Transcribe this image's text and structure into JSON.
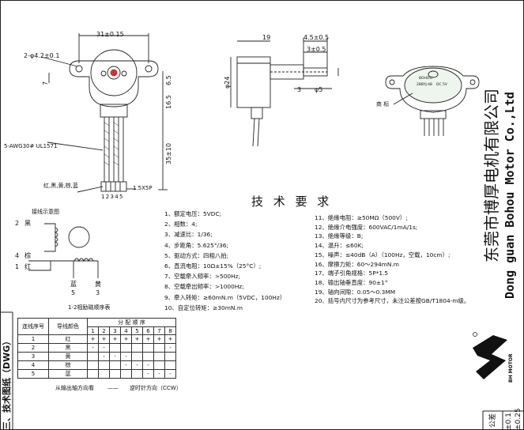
{
  "section_label": "三、技术图纸（DWG）",
  "company": {
    "cn": "东莞市博厚电机有限公司",
    "en": "Dong guan Bohou Motor Co.,Ltd"
  },
  "logo_text": "BH MOTOR",
  "dimensions": {
    "width_31": "31±0.15",
    "holes": "2-φ4.2±0.1",
    "d7": "7",
    "d65": "6.5",
    "d165": "16.5",
    "d35": "35±10",
    "shaft_19": "19",
    "shaft_45": "4.5±0.5",
    "shaft_3": "3±0.5",
    "dia_24": "φ24",
    "d3": "3",
    "dia_5": "φ5",
    "wire_spec": "5-AWG30# UL1571",
    "wire_colors": "红,黑,黄,棕,蓝",
    "pitch": "1.5X5P",
    "pins": "12345",
    "label_mark": "商 标"
  },
  "motor_label": {
    "model": "28BYJ-48",
    "voltage": "DC 5V",
    "brand": "BOHOU"
  },
  "spec_title": "技 术 要 求",
  "specs_left": [
    "1、额定电压：5VDC;",
    "2、相数：4;",
    "3、减速比：1/36;",
    "4、步距角：5.625°/36;",
    "5、驱动方式：四相八拍;",
    "6、直流电阻：10Ω±15%（25°C）;",
    "7、空载牵入频率：>500Hz;",
    "8、空载牵出频率：>1000Hz;",
    "9、牵入转矩：≥60mN.m（5VDC，100Hz）",
    "10、自定位转矩：≥30mN.m"
  ],
  "specs_right": [
    "11、绝缘电阻：≥50MΩ（500V）;",
    "12、绝缘介电强度：600VAC/1mA/1s;",
    "13、绝缘等级：B;",
    "14、温升：≤60K;",
    "15、噪声：≤40dB（A）（100Hz，空载，10cm）;",
    "16、摩擦力矩：60～294mN.m",
    "17、端子引角规格：5P*1.5",
    "18、输出轴垂直度：90±1°",
    "19、轴向间隙：0.05～0.3MM",
    "20、括号内尺寸为参考尺寸，未注公差按GB/T1804-m级。"
  ],
  "wiring": {
    "title": "接线示意图",
    "labels": [
      {
        "num": "2",
        "color": "黑"
      },
      {
        "num": "4",
        "color": "棕"
      },
      {
        "num": "1",
        "color": "红"
      },
      {
        "num": "5",
        "color": "蓝"
      },
      {
        "num": "3",
        "color": "黄"
      }
    ]
  },
  "table": {
    "title": "1-2相励磁顺序表",
    "headers": {
      "seq": "连线序号",
      "color": "导线颜色",
      "order": "分 配 顺 序"
    },
    "steps": [
      "1",
      "2",
      "3",
      "4",
      "5",
      "6",
      "7",
      "8"
    ],
    "rows": [
      {
        "no": "1",
        "color": "红",
        "cells": [
          "+",
          "+",
          "+",
          "+",
          "+",
          "+",
          "+",
          "+"
        ]
      },
      {
        "no": "2",
        "color": "黑",
        "cells": [
          "-",
          "-",
          "",
          "",
          "",
          "",
          "",
          "-"
        ]
      },
      {
        "no": "3",
        "color": "黄",
        "cells": [
          "",
          "-",
          "-",
          "-",
          "",
          "",
          "",
          ""
        ]
      },
      {
        "no": "4",
        "color": "棕",
        "cells": [
          "",
          "",
          "",
          "-",
          "-",
          "-",
          "",
          ""
        ]
      },
      {
        "no": "5",
        "color": "蓝",
        "cells": [
          "",
          "",
          "",
          "",
          "",
          "-",
          "-",
          "-"
        ]
      }
    ],
    "footer_left": "从输出轴方向看",
    "footer_dash": "——",
    "footer_right": "逆时针方向（CCW）"
  },
  "tolerance": {
    "label": "公差",
    "v1": "±0.1",
    "v2": "±0.25"
  }
}
